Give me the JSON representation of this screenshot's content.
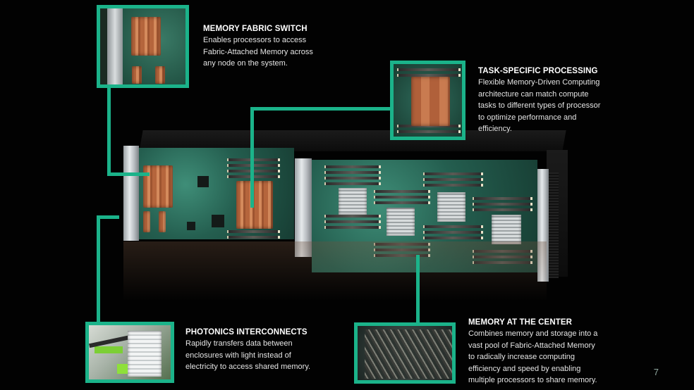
{
  "theme": {
    "accent": "#1bb38a",
    "background": "#020202",
    "title_color": "#ffffff",
    "body_color": "#e4e4e4"
  },
  "callouts": [
    {
      "id": "memory-fabric-switch",
      "title": "MEMORY FABRIC SWITCH",
      "body": [
        "Enables processors to access",
        "Fabric-Attached Memory across",
        "any node on the system."
      ]
    },
    {
      "id": "task-specific-processing",
      "title": "TASK-SPECIFIC PROCESSING",
      "body": [
        "Flexible Memory-Driven Computing",
        "architecture can match compute",
        "tasks to different types of processor",
        "to optimize performance and",
        "efficiency."
      ]
    },
    {
      "id": "photonics-interconnects",
      "title": "PHOTONICS INTERCONNECTS",
      "body": [
        "Rapidly transfers data between",
        "enclosures with light instead of",
        "electricity to access shared memory."
      ]
    },
    {
      "id": "memory-at-the-center",
      "title": "MEMORY AT THE CENTER",
      "body": [
        "Combines memory and storage into a",
        "vast pool of Fabric-Attached Memory",
        "to radically increase computing",
        "efficiency and speed by enabling",
        "multiple processors to share memory."
      ]
    }
  ],
  "insets": [
    {
      "id": "inset-memory-fabric-switch",
      "icon": "copper-heatsink-photo"
    },
    {
      "id": "inset-task-specific-processing",
      "icon": "processor-heatsink-photo"
    },
    {
      "id": "inset-photonics-interconnects",
      "icon": "photonics-module-photo"
    },
    {
      "id": "inset-memory-at-the-center",
      "icon": "memory-board-photo"
    }
  ],
  "main_image": {
    "icon": "server-chassis-photo"
  },
  "page_number": "7"
}
